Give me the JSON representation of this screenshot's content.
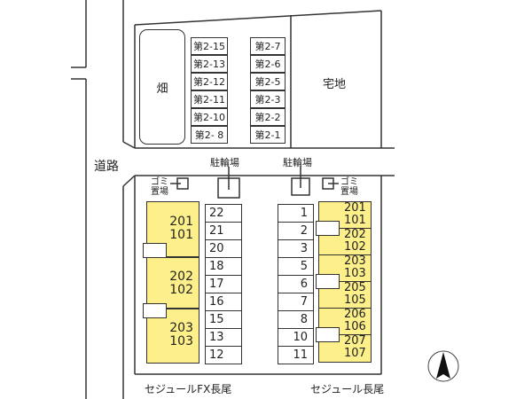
{
  "map": {
    "road_label": "道路",
    "field_label": "畑",
    "residential_label": "宅地",
    "north_arrow": "north-arrow-icon",
    "upper_lot": {
      "left_column": [
        "第2-15",
        "第2-13",
        "第2-12",
        "第2-11",
        "第2-10",
        "第2- 8"
      ],
      "right_column": [
        "第2-7",
        "第2-6",
        "第2-5",
        "第2-3",
        "第2-2",
        "第2-1"
      ]
    },
    "bike_parking_left": "駐輪場",
    "bike_parking_right": "駐輪場",
    "garbage_left": [
      "ゴミ",
      "置場"
    ],
    "garbage_right": [
      "ゴミ",
      "置場"
    ],
    "parking_left": [
      "22",
      "21",
      "20",
      "18",
      "17",
      "16",
      "15",
      "13",
      "12"
    ],
    "parking_right": [
      "1",
      "2",
      "3",
      "5",
      "6",
      "7",
      "8",
      "10",
      "11"
    ],
    "building_left": {
      "name": "セジュールFX長尾",
      "color": "#fdf08a",
      "units": [
        {
          "upper": "201",
          "lower": "101"
        },
        {
          "upper": "202",
          "lower": "102"
        },
        {
          "upper": "203",
          "lower": "103"
        }
      ]
    },
    "building_right": {
      "name": "セジュール長尾",
      "color": "#fdf08a",
      "units": [
        {
          "upper": "201",
          "lower": "101"
        },
        {
          "upper": "202",
          "lower": "102"
        },
        {
          "upper": "203",
          "lower": "103"
        },
        {
          "upper": "205",
          "lower": "105"
        },
        {
          "upper": "206",
          "lower": "106"
        },
        {
          "upper": "207",
          "lower": "107"
        }
      ]
    }
  }
}
